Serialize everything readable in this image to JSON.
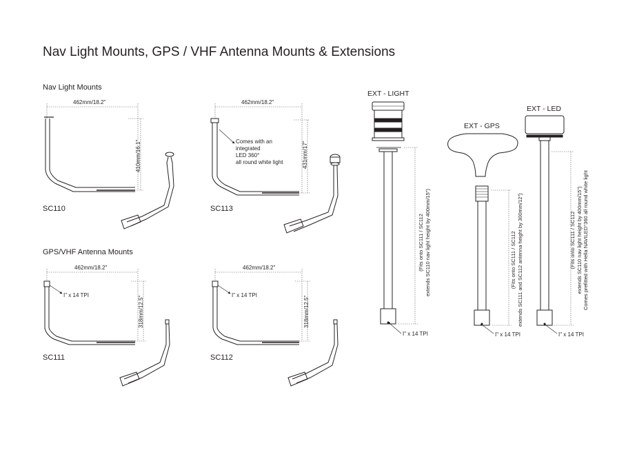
{
  "title": "Nav Light Mounts, GPS / VHF Antenna Mounts & Extensions",
  "sections": {
    "nav": "Nav Light Mounts",
    "antenna": "GPS/VHF Antenna Mounts"
  },
  "mounts": {
    "sc110": {
      "code": "SC110",
      "width": "462mm/18.2\"",
      "height": "410mm/16.1\""
    },
    "sc113": {
      "code": "SC113",
      "width": "462mm/18.2\"",
      "height": "431mm/17\"",
      "note": "Comes with an\nintegrated\nLED 360°\nall round white light"
    },
    "sc111": {
      "code": "SC111",
      "width": "462mm/18.2\"",
      "height": "318mm/12.5\"",
      "thread": "I\" x 14 TPI"
    },
    "sc112": {
      "code": "SC112",
      "width": "462mm/18.2\"",
      "height": "318mm/12.5\"",
      "thread": "I\" x 14 TPI"
    }
  },
  "extensions": {
    "light": {
      "label": "EXT - LIGHT",
      "thread": "I\" x 14 TPI",
      "note": "(Fits onto SC111 / SC112\nextends SC110 nav light height by 400mm/15\")"
    },
    "gps": {
      "label": "EXT - GPS",
      "thread": "I\" x 14 TPI",
      "note": "(Fits onto SC111 / SC112\nextends SC111 and SC112 antenna height by 300mm/12\")"
    },
    "led": {
      "label": "EXT - LED",
      "thread": "I\" x 14 TPI",
      "note": "(Fits onto SC111 / SC112\nextends SC110 nav light height by 400mm/15\")\nComes prefitted with Hella NAVILED°360 all round white light"
    }
  }
}
